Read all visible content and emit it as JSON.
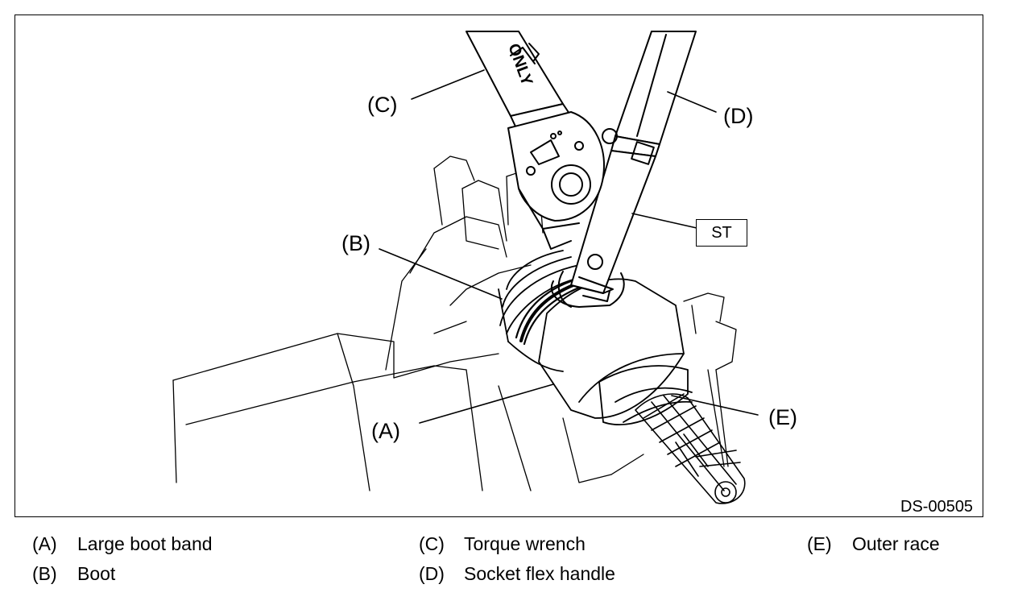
{
  "figure": {
    "id": "DS-00505",
    "callouts": {
      "a": "(A)",
      "b": "(B)",
      "c": "(C)",
      "d": "(D)",
      "e": "(E)",
      "st": "ST"
    },
    "wrench_stamp": "ONLY"
  },
  "legend": [
    {
      "letter": "(A)",
      "label": "Large boot band"
    },
    {
      "letter": "(B)",
      "label": "Boot"
    },
    {
      "letter": "(C)",
      "label": "Torque wrench"
    },
    {
      "letter": "(D)",
      "label": "Socket flex handle"
    },
    {
      "letter": "(E)",
      "label": "Outer race"
    }
  ]
}
